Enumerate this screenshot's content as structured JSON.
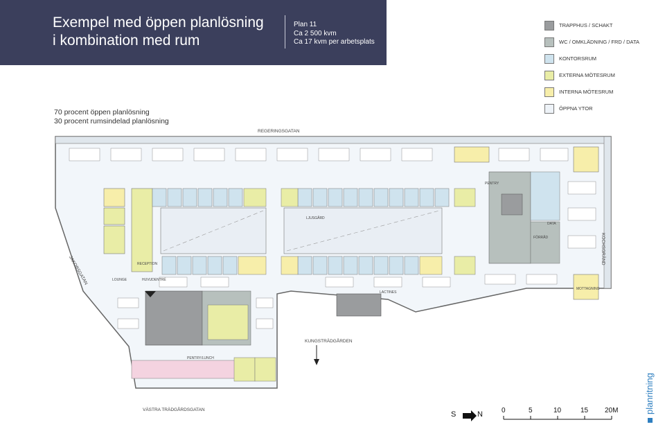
{
  "header": {
    "title_line1": "Exempel med öppen planlösning",
    "title_line2": "i kombination med rum",
    "plan": "Plan 11",
    "area": "Ca 2 500 kvm",
    "per_workplace": "Ca 17 kvm per arbetsplats"
  },
  "summary": {
    "line1": "70 procent öppen planlösning",
    "line2": "30 procent rumsindelad planlösning"
  },
  "legend": [
    {
      "label": "TRAPPHUS / SCHAKT",
      "color": "#9a9c9e"
    },
    {
      "label": "WC / OMKLÄDNING / FRD / DATA",
      "color": "#b7c0bd"
    },
    {
      "label": "KONTORSRUM",
      "color": "#cfe3ee"
    },
    {
      "label": "EXTERNA  MÖTESRUM",
      "color": "#e9eda6"
    },
    {
      "label": "INTERNA  MÖTESRUM",
      "color": "#f7eeaa"
    },
    {
      "label": "ÖPPNA YTOR",
      "color": "#eef3f8"
    }
  ],
  "streets": {
    "north": "REGERINGSGATAN",
    "west": "JAKOBSGATAN",
    "east": "KOCHSGRÄND",
    "south": "VÄSTRA TRÄDGÅRDSGATAN",
    "courtyard": "KUNGSTRÄDGÅRDEN"
  },
  "plan_labels": {
    "entrance": "HUVUDENTRÉ",
    "lounge": "LOUNGE",
    "reception": "RECEPTION",
    "kitchen": "PENTRY",
    "lightwell": "LJUSGÅRD",
    "storage": "FÖRRÅD",
    "data": "DATA",
    "mottagning": "MOTTAGNING",
    "lactines": "LACTINES",
    "lunchroom": "PENTRY/LUNCH"
  },
  "compass": {
    "s": "S",
    "n": "N"
  },
  "scale": {
    "ticks": [
      "0",
      "5",
      "10",
      "15",
      "20M"
    ]
  },
  "brand": "planritning"
}
